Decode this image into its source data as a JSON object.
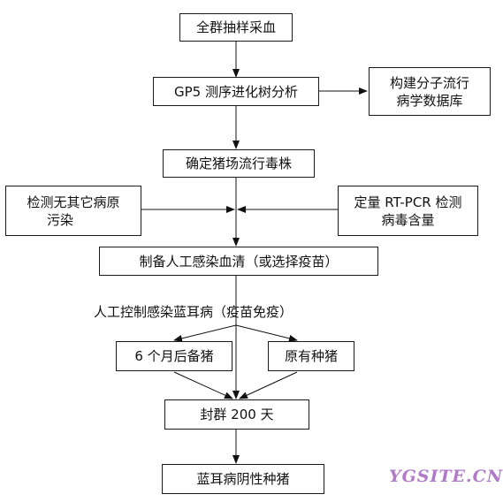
{
  "nodes": {
    "sampling": "全群抽样采血",
    "gp5": "GP5 测序进化树分析",
    "database": [
      "构建分子流行",
      "病学数据库"
    ],
    "strain": "确定猪场流行毒株",
    "detect": [
      "检测无其它病原",
      "污染"
    ],
    "qpcr": [
      "定量 RT-PCR 检测",
      "病毒含量"
    ],
    "serum": "制备人工感染血清（或选择疫苗）",
    "infect": "人工控制感染蓝耳病（疫苗免疫）",
    "gilts": "6 个月后备猪",
    "breeders": "原有种猪",
    "closed": "封群 200 天",
    "negative": "蓝耳病阴性种猪"
  },
  "watermark": "YGSITE.CN"
}
